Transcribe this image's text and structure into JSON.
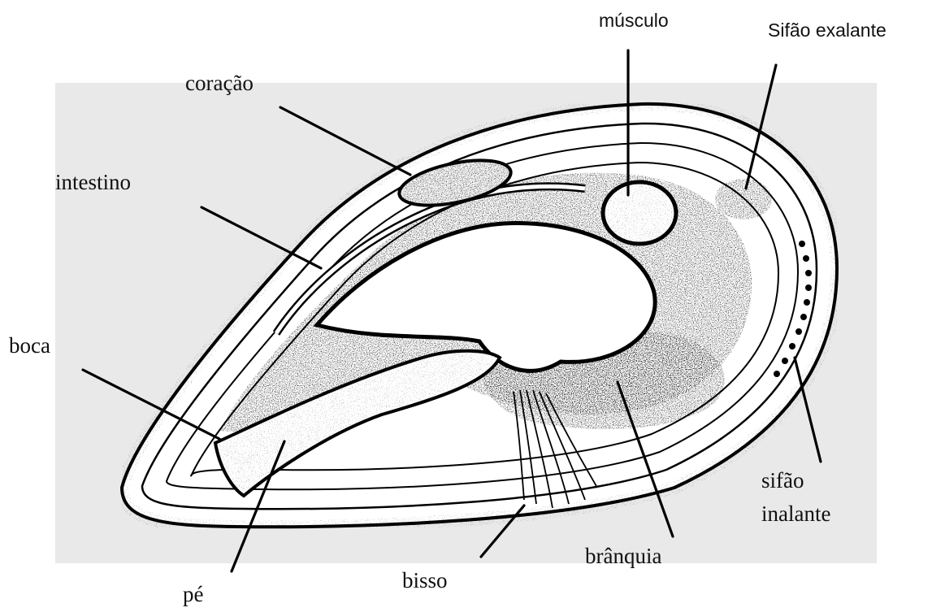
{
  "figure": {
    "background_color": "#e9e9e9",
    "ink_color": "#000000",
    "subject": "mussel-internal-anatomy"
  },
  "labels": {
    "musculo": "músculo",
    "sifao_exalante": "Sifão exalante",
    "coracao": "coração",
    "intestino": "intestino",
    "boca": "boca",
    "sifao_inalante_line1": "sifão",
    "sifao_inalante_line2": "inalante",
    "branquia": "brânquia",
    "bisso": "bisso",
    "pe": "pé"
  }
}
